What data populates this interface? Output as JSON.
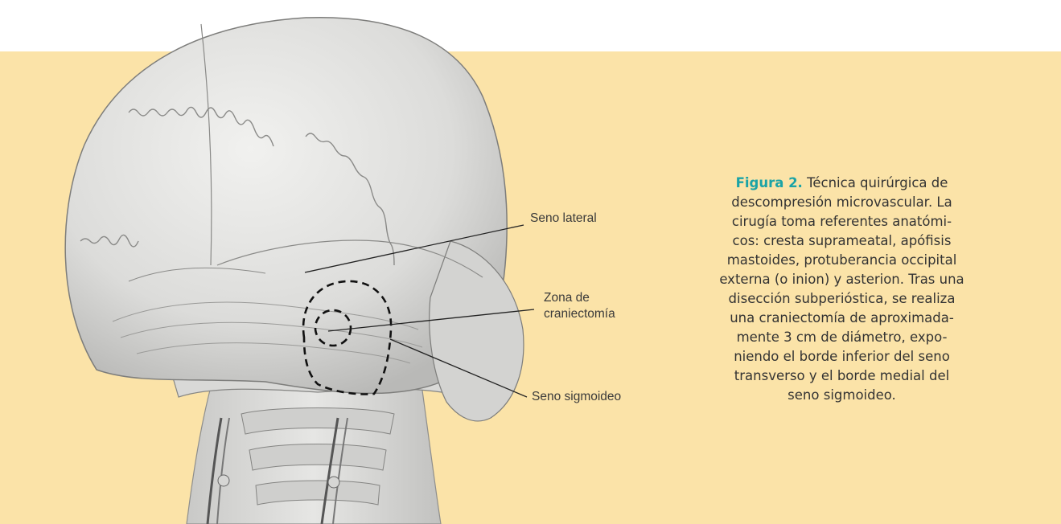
{
  "colors": {
    "panel_background": "#fbe3a8",
    "figure_label": "#1ba3a6",
    "caption_text": "#333333"
  },
  "labels": {
    "seno_lateral": "Seno lateral",
    "zona_line1": "Zona de",
    "zona_line2": "craniectomía",
    "seno_sigmoideo": "Seno sigmoideo"
  },
  "caption": {
    "figure_label": "Figura 2.",
    "lines": [
      "Técnica quirúrgica de",
      "descompresión microvascular. La",
      "cirugía toma referentes anatómi-",
      "cos: cresta suprameatal, apófisis",
      "mastoides, protuberancia occipital",
      "externa (o inion) y asterion. Tras una",
      "disección subperióstica, se realiza",
      "una craniectomía de aproximada-",
      "mente 3 cm de diámetro, expo-",
      "niendo el borde inferior del seno",
      "transverso y el borde medial del",
      "seno sigmoideo."
    ]
  }
}
